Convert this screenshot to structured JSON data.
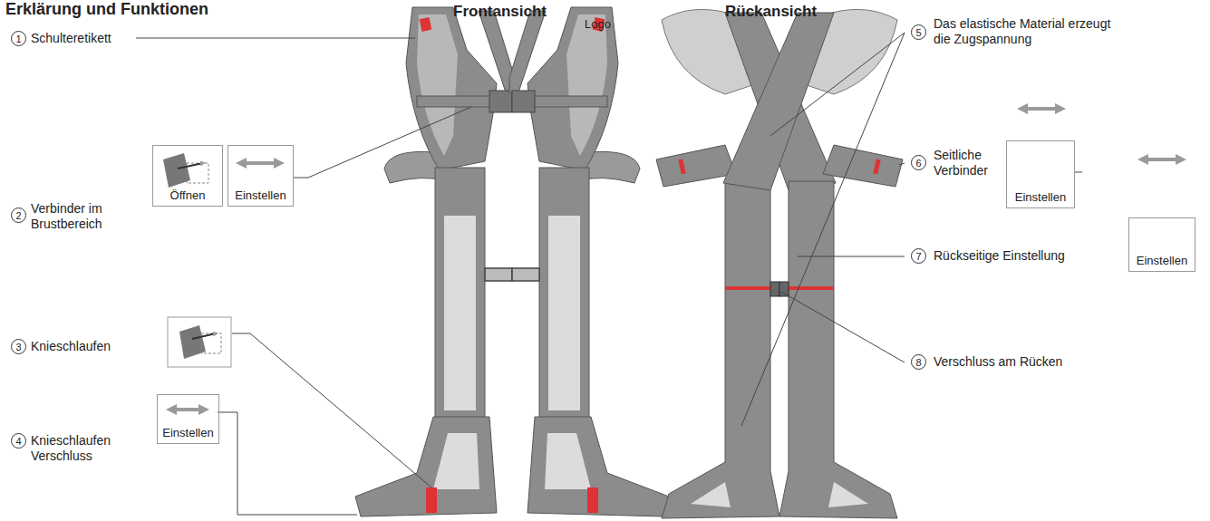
{
  "diagram": {
    "title": "Erklärung und Funktionen",
    "nodes": [
      {
        "text": [
          "Öffnen"
        ]
      },
      {
        "text": [
          "Einstellen"
        ]
      },
      {
        "text": [
          "Einstellen"
        ]
      },
      {
        "text": [
          "Einstellen"
        ]
      },
      {
        "text": [
          "Einstellen"
        ]
      }
    ],
    "labels": [
      "Frontansicht",
      "Logo",
      "Rückansicht",
      "1",
      "Schulteretikett",
      "2",
      "Verbinder im Brustbereich",
      "3",
      "Knieschlaufen",
      "4",
      "Knieschlaufen Verschluss",
      "5",
      "Das elastische Material erzeugt die Zugspannung",
      "6",
      "Seitliche Verbinder",
      "7",
      "Rückseitige Einstellung",
      "8",
      "Verschluss am Rücken"
    ]
  }
}
